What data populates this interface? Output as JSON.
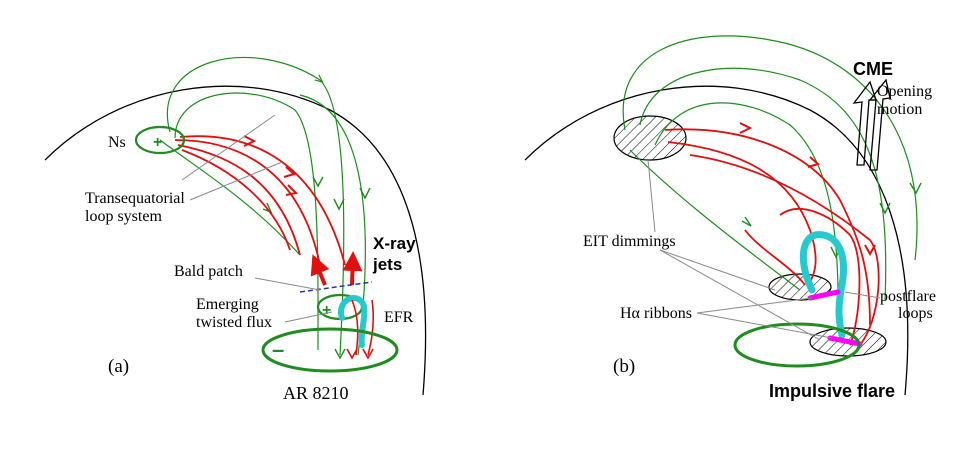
{
  "panel_a": {
    "label": "(a)",
    "ns": "Ns",
    "ns_polarity": "+",
    "transequatorial_line1": "Transequatorial",
    "transequatorial_line2": "loop system",
    "bald_patch": "Bald patch",
    "emerging_line1": "Emerging",
    "emerging_line2": "twisted flux",
    "efr": "EFR",
    "efr_polarity": "+",
    "ar_polarity": "–",
    "ar_label": "AR 8210",
    "xray_line1": "X-ray",
    "xray_line2": "jets"
  },
  "panel_b": {
    "label": "(b)",
    "cme": "CME",
    "opening_line1": "Opening",
    "opening_line2": "motion",
    "eit_dimmings": "EIT dimmings",
    "ha_ribbons": "Hα ribbons",
    "postflare_line1": "postflare",
    "postflare_line2": "loops",
    "impulsive_flare": "Impulsive flare"
  },
  "colors": {
    "field_lines_open": "#1e8c1e",
    "field_lines_reconnected": "#e01010",
    "twisted_flux": "#27c9cf",
    "flare_ribbons": "#ff00ff"
  }
}
